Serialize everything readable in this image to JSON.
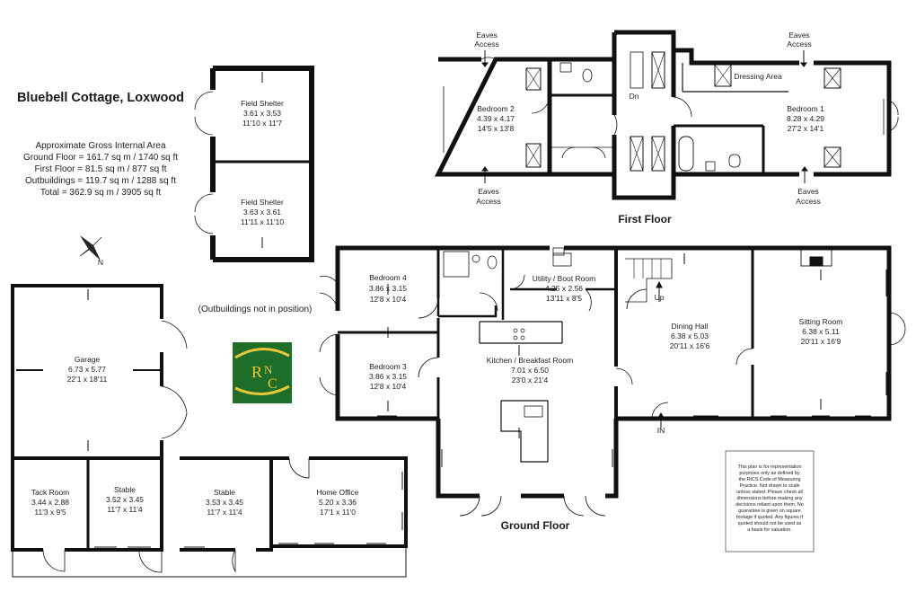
{
  "title": "Bluebell Cottage, Loxwood",
  "area_summary": [
    "Approximate Gross Internal Area",
    "Ground Floor = 161.7 sq m / 1740 sq ft",
    "First Floor = 81.5 sq m / 877 sq ft",
    "Outbuildings = 119.7 sq m / 1288 sq ft",
    "Total = 362.9 sq m / 3905 sq ft"
  ],
  "outbuildings_note": "(Outbuildings not in position)",
  "compass_label": "N",
  "logo_text": {
    "r": "R",
    "n": "N",
    "c": "C"
  },
  "colors": {
    "wall": "#111111",
    "logo_bg": "#1e6e2a",
    "logo_accent": "#e8c838"
  },
  "floors": {
    "first": "First Floor",
    "ground": "Ground Floor"
  },
  "first_floor_labels": {
    "eaves_1": [
      "Eaves",
      "Access"
    ],
    "eaves_2": [
      "Eaves",
      "Access"
    ],
    "eaves_3": [
      "Eaves",
      "Access"
    ],
    "eaves_4": [
      "Eaves",
      "Access"
    ],
    "dn": "Dn",
    "dressing": "Dressing Area"
  },
  "ground_floor_labels": {
    "up": "Up",
    "in": "IN"
  },
  "rooms": {
    "bedroom2": [
      "Bedroom 2",
      "4.39 x 4.17",
      "14'5 x 13'8"
    ],
    "bedroom1": [
      "Bedroom 1",
      "8.28 x 4.29",
      "27'2 x 14'1"
    ],
    "field_shelter_1": [
      "Field Shelter",
      "3.61 x 3.53",
      "11'10 x 11'7"
    ],
    "field_shelter_2": [
      "Field Shelter",
      "3.63 x 3.61",
      "11'11 x 11'10"
    ],
    "garage": [
      "Garage",
      "6.73 x 5.77",
      "22'1 x 18'11"
    ],
    "tack_room": [
      "Tack Room",
      "3.44 x 2.88",
      "11'3 x 9'5"
    ],
    "stable_1": [
      "Stable",
      "3.52 x 3.45",
      "11'7 x 11'4"
    ],
    "stable_2": [
      "Stable",
      "3.53 x 3.45",
      "11'7 x 11'4"
    ],
    "home_office": [
      "Home Office",
      "5.20 x 3.36",
      "17'1 x 11'0"
    ],
    "bedroom4": [
      "Bedroom 4",
      "3.86 x 3.15",
      "12'8 x 10'4"
    ],
    "bedroom3": [
      "Bedroom 3",
      "3.86 x 3.15",
      "12'8 x 10'4"
    ],
    "utility": [
      "Utility / Boot Room",
      "4.25 x 2.56",
      "13'11 x 8'5"
    ],
    "kitchen": [
      "Kitchen / Breakfast Room",
      "7.01 x 6.50",
      "23'0 x 21'4"
    ],
    "dining": [
      "Dining Hall",
      "6.38 x 5.03",
      "20'11 x 16'6"
    ],
    "sitting": [
      "Sitting Room",
      "6.38 x 5.11",
      "20'11 x 16'9"
    ]
  },
  "disclaimer": [
    "This plan is for representation",
    "purposes only as defined by",
    "the RICS Code of Measuring",
    "Practice. Not drawn to scale",
    "unless stated. Please check all",
    "dimensions before making any",
    "decisions reliant upon them. No",
    "guarantee is given on square",
    "footage if quoted. Any figures if",
    "quoted should not be used as",
    "a basis for valuation."
  ]
}
